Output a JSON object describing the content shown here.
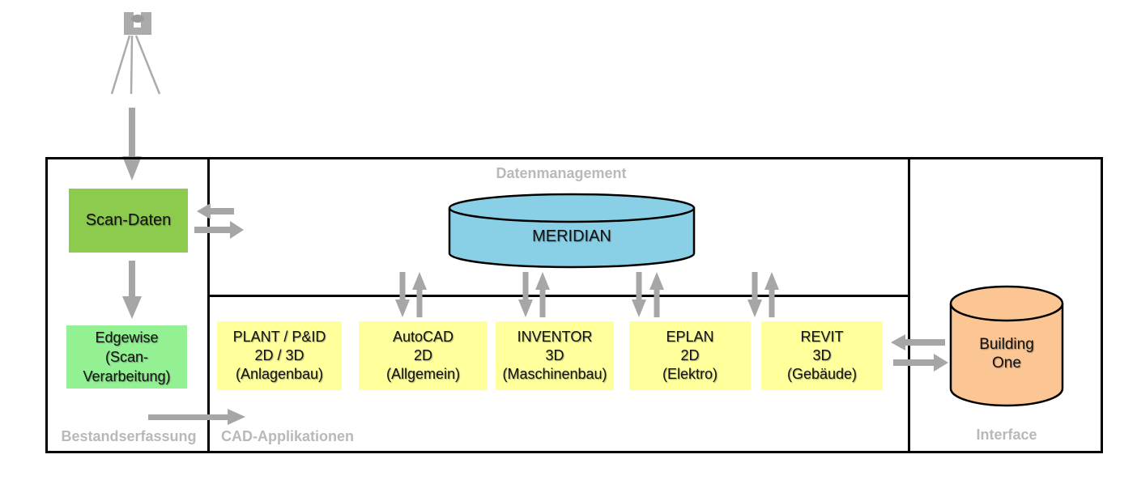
{
  "sections": {
    "bestandserfassung": "Bestandserfassung",
    "cad_applikationen": "CAD-Applikationen",
    "datenmanagement": "Datenmanagement",
    "interface": "Interface"
  },
  "nodes": {
    "scan_daten": "Scan-Daten",
    "edgewise": [
      "Edgewise",
      "(Scan-",
      "Verarbeitung)"
    ],
    "meridian": "MERIDIAN",
    "building_one": [
      "Building",
      "One"
    ],
    "cad_apps": [
      [
        "PLANT / P&ID",
        "2D / 3D",
        "(Anlagenbau)"
      ],
      [
        "AutoCAD",
        "2D",
        "(Allgemein)"
      ],
      [
        "INVENTOR",
        "3D",
        "(Maschinenbau)"
      ],
      [
        "EPLAN",
        "2D",
        "(Elektro)"
      ],
      [
        "REVIT",
        "3D",
        "(Gebäude)"
      ]
    ]
  },
  "icons": {
    "scanner": "laser-scanner-tripod-icon"
  },
  "colors": {
    "scan_daten": "#8CCB4E",
    "edgewise": "#93F093",
    "cad_app": "#FFFF9C",
    "meridian": "#89CFE5",
    "building_one": "#FBC693",
    "arrow": "#A6A6A6",
    "section_label": "#B9B9B9",
    "border": "#000000"
  }
}
